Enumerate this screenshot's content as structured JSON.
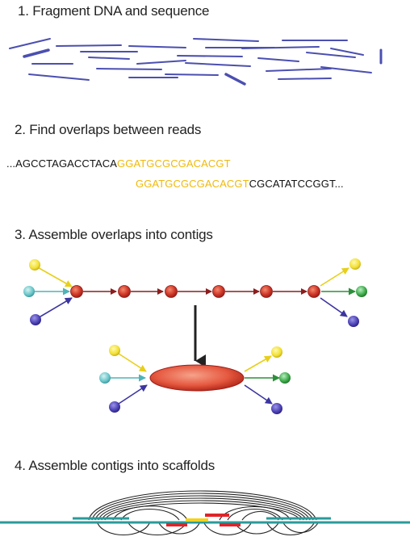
{
  "steps": [
    {
      "title": "1. Fragment DNA and sequence"
    },
    {
      "title": "2. Find overlaps between reads"
    },
    {
      "title": "3. Assemble overlaps into contigs"
    },
    {
      "title": "4. Assemble contigs into scaffolds"
    }
  ],
  "overlap": {
    "read1_prefix": "...AGCCTAGACCTACA",
    "overlap_seq": "GGATGCGCGACACGT",
    "read2_overlap": "GGATGCGCGACACGT",
    "read2_suffix": "CGCATATCCGGT..."
  },
  "colors": {
    "read": "#4b4fb0",
    "overlap_highlight": "#f0b90b",
    "contig_node": "#d23a2a",
    "contig_arrow": "#8b1e1e",
    "yellow_node": "#f2e033",
    "cyan_node": "#66c4c8",
    "purple_node": "#4a3fb3",
    "green_node": "#3aa848",
    "scaffold_line": "#2a9a9a",
    "scaffold_red": "#e0242a",
    "scaffold_yellow": "#f2d21b"
  }
}
